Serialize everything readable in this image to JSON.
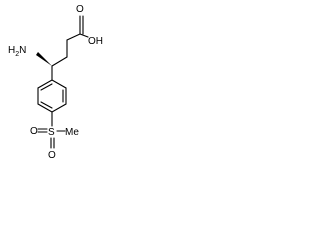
{
  "molecule": {
    "atom_labels": {
      "hydroxyl": "OH",
      "carbonyl_o": "O",
      "amine": "H2N",
      "sulfur": "S",
      "sulfonyl_o1": "O",
      "sulfonyl_o2": "O",
      "methyl": "Me"
    }
  }
}
